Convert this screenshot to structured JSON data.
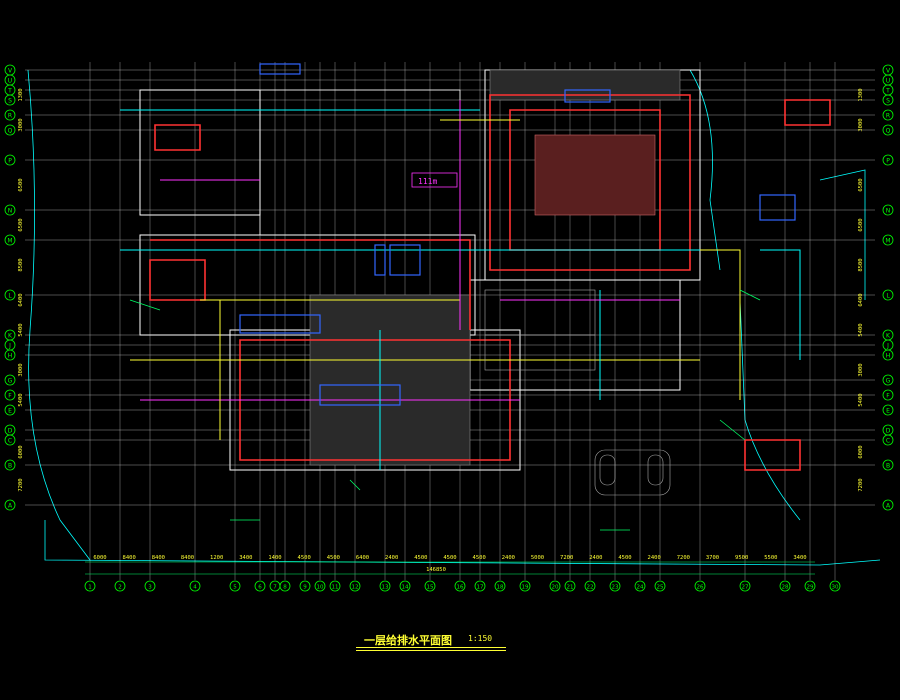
{
  "drawing": {
    "title": "一层给排水平面图",
    "scale": "1:150",
    "axis_row_labels": [
      "V",
      "U",
      "T",
      "S",
      "R",
      "Q",
      "P",
      "N",
      "M",
      "L",
      "K",
      "J",
      "H",
      "G",
      "F",
      "E",
      "D",
      "C",
      "B",
      "A"
    ],
    "axis_col_labels": [
      "1",
      "2",
      "3",
      "4",
      "5",
      "6",
      "7",
      "8",
      "9",
      "10",
      "11",
      "12",
      "13",
      "14",
      "15",
      "16",
      "17",
      "18",
      "19",
      "20",
      "21",
      "22",
      "23",
      "24",
      "25",
      "26",
      "27",
      "28",
      "29",
      "30"
    ],
    "bottom_dimensions": [
      "6000",
      "8400",
      "8400",
      "8400",
      "1200",
      "3400",
      "1400",
      "4500",
      "4500",
      "6400",
      "2400",
      "4500",
      "4500",
      "4500",
      "2400",
      "5000",
      "7200",
      "2400",
      "4500",
      "2400",
      "7200",
      "3700",
      "9500",
      "5500",
      "3400"
    ],
    "total_dimension": "146850",
    "left_dimensions": [
      "1300",
      "3000",
      "6500",
      "6500",
      "8500",
      "6400",
      "5400",
      "3000",
      "5400",
      "6000",
      "7200"
    ],
    "room_label": "111m",
    "colors": {
      "background": "#000000",
      "axis_grid": "#ffffff",
      "dimension": "#00ff66",
      "wall": "#ff3333",
      "pipe_cyan": "#00ffff",
      "pipe_yellow": "#ffff33",
      "pipe_magenta": "#ff33ff",
      "equipment": "#3366ff",
      "hatch": "#cc6666",
      "axis_bubble": "#00ff00"
    }
  }
}
